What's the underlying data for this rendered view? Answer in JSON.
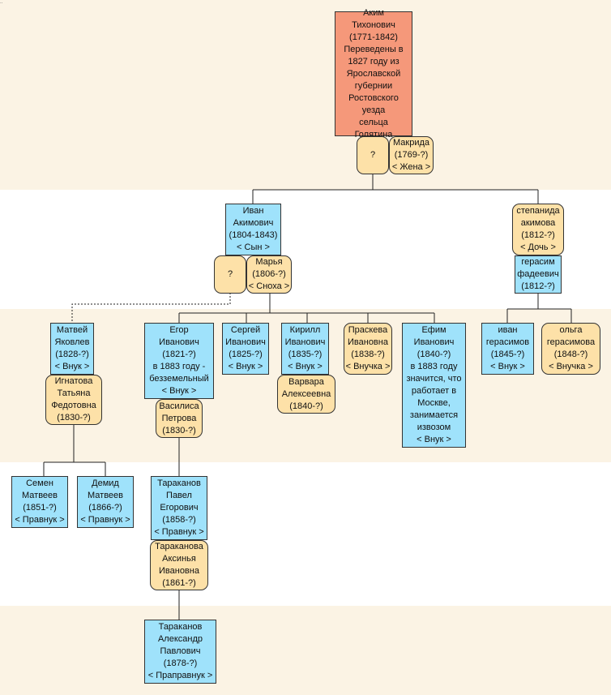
{
  "corner_mark": "..",
  "people": {
    "akim": "Аким\nТихонович\n(1771-1842)\nПереведены в 1827 году из\nЯрославской\nгубернии\nРостовского\nуезда\nсельца\nГолятина",
    "akim_spouse_unknown": "?",
    "makrida": "Макрида\n(1769-?)\n< Жена >",
    "ivan": "Иван\nАкимович\n(1804-1843)\n< Сын >",
    "ivan_spouse_unknown": "?",
    "marya": "Марья\n(1806-?)\n< Сноха >",
    "stepanida": "степанида\nакимова\n(1812-?)\n< Дочь >",
    "gerasim": "герасим\nфадеевич\n(1812-?)",
    "matvey": "Матвей\nЯковлев\n(1828-?)\n< Внук >",
    "ignatova": "Игнатова\nТатьяна\nФедотовна\n(1830-?)",
    "egor": "Егор\nИванович\n(1821-?)\nв 1883 году -\nбезземельный\n< Внук >",
    "vasilisa": "Василиса\nПетрова\n(1830-?)",
    "sergey": "Сергей\nИванович\n(1825-?)\n< Внук >",
    "kirill": "Кирилл\nИванович\n(1835-?)\n< Внук >",
    "varvara": "Варвара\nАлексеевна\n(1840-?)",
    "praskeva": "Праскева\nИвановна\n(1838-?)\n< Внучка >",
    "efim": "Ефим\nИванович\n(1840-?)\nв 1883 году\nзначится, что\nработает в\nМоскве,\nзанимается\nизвозом\n< Внук >",
    "ivan_g": "иван\nгерасимов\n(1845-?)\n< Внук >",
    "olga": "ольга\nгерасимова\n(1848-?)\n< Внучка >",
    "semen": "Семен\nМатвеев\n(1851-?)\n< Правнук >",
    "demid": "Демид\nМатвеев\n(1866-?)\n< Правнук >",
    "pavel": "Тараканов\nПавел\nЕгорович\n(1858-?)\n< Правнук >",
    "aksinya": "Тараканова\nАксинья\nИвановна\n(1861-?)",
    "aleksandr": "Тараканов\nАлександр\nПавлович\n(1878-?)\n< Праправнук >"
  },
  "colors": {
    "male": "#9fe2fb",
    "female": "#fde1a8",
    "root": "#f5987a",
    "band_beige": "#fbf3e4",
    "band_white": "#ffffff"
  }
}
